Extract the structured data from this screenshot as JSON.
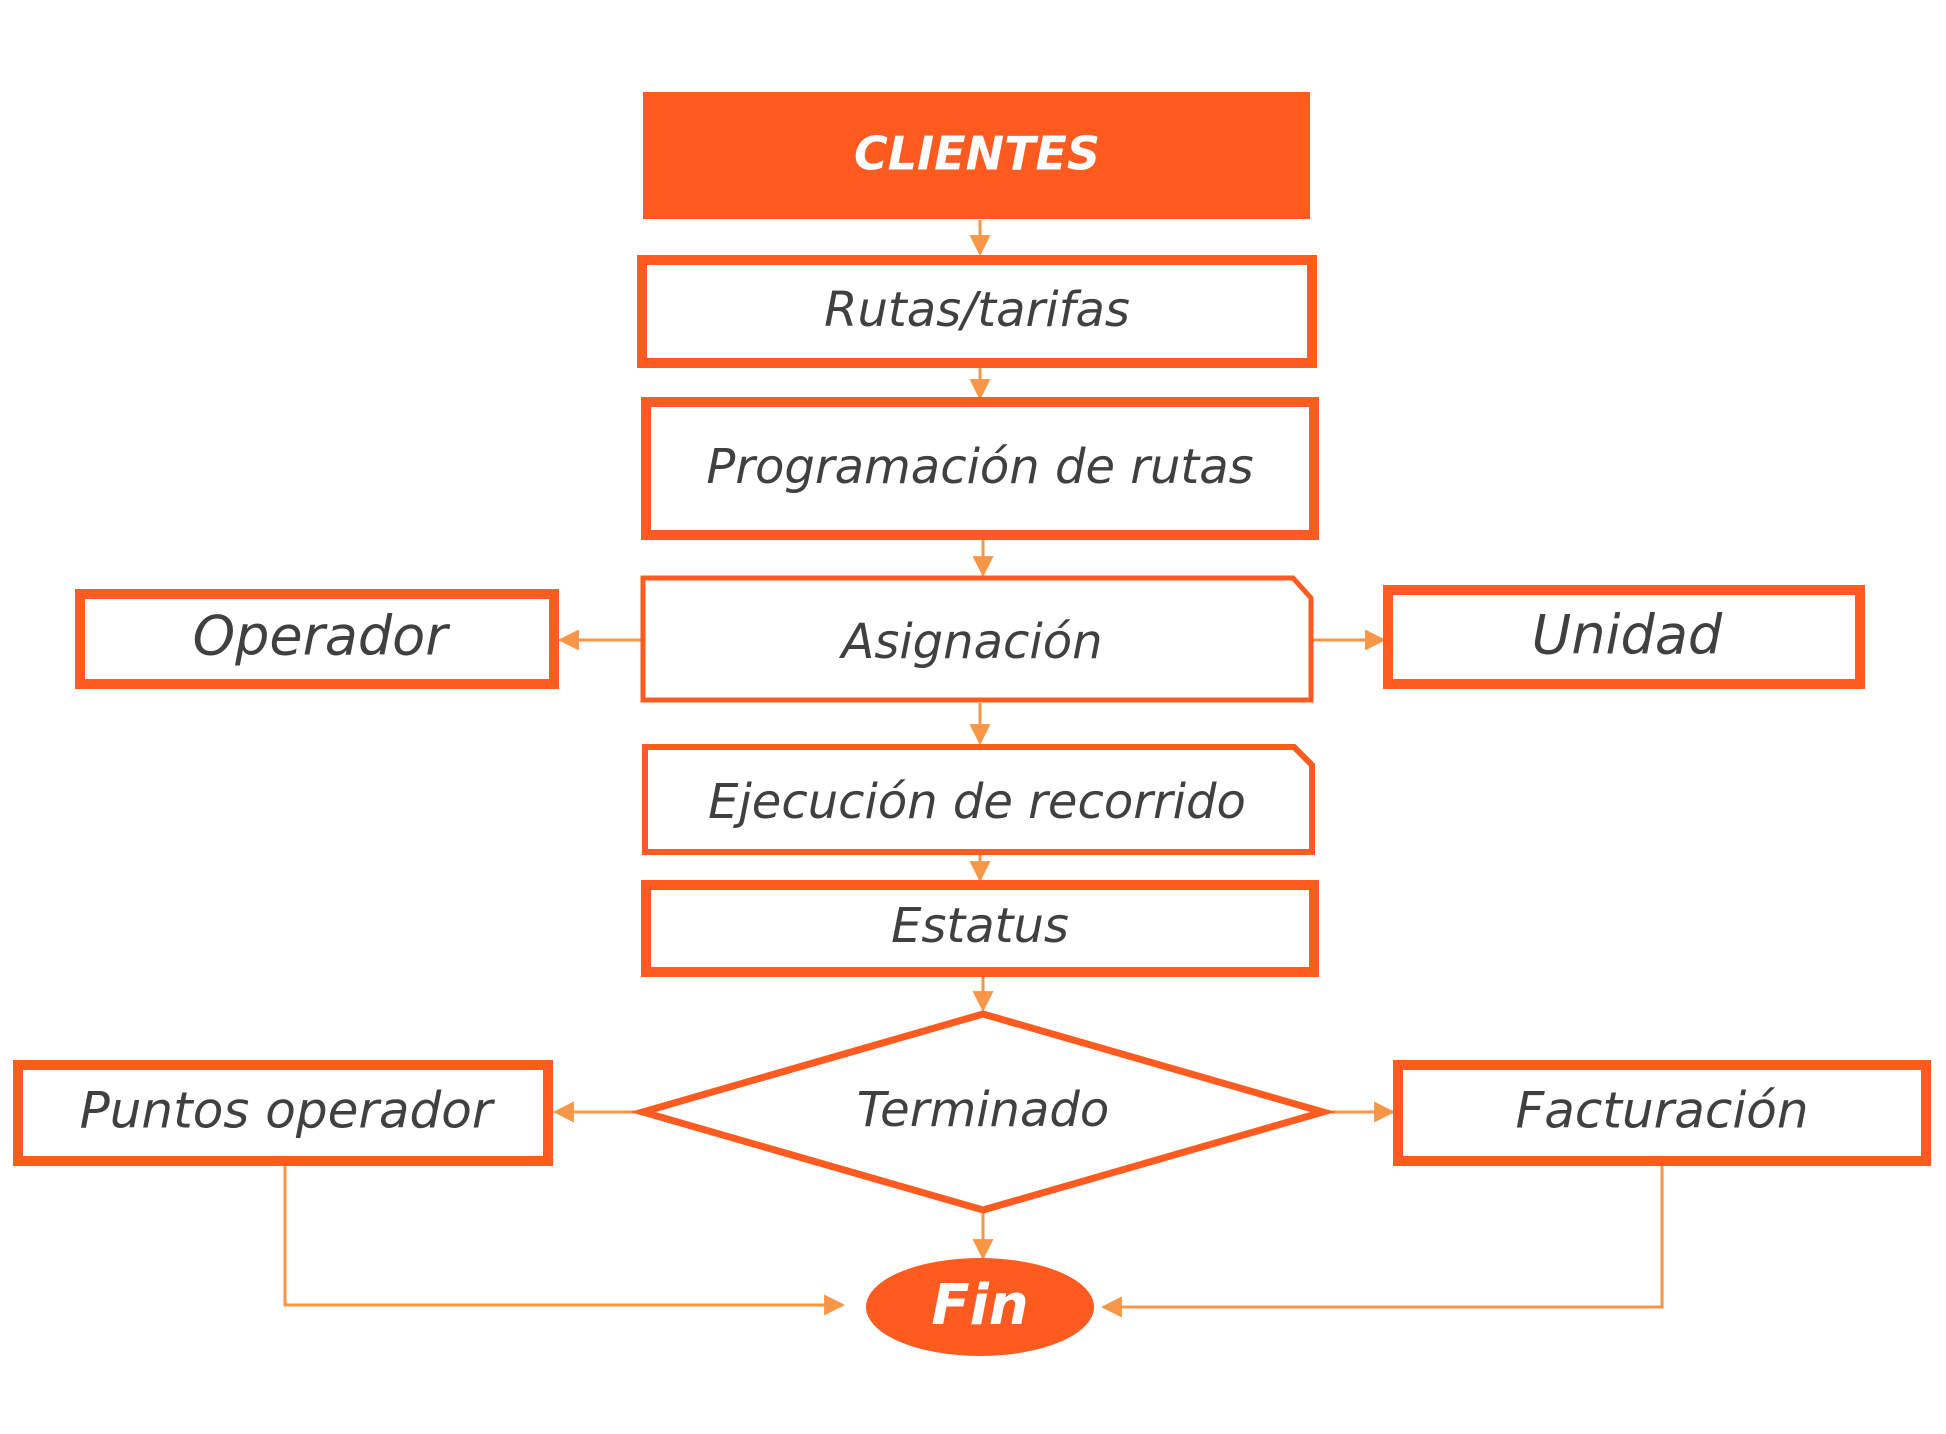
{
  "colors": {
    "accent": "#FF5A1F",
    "connector": "#F79646",
    "text": "#404040",
    "inverse_text": "#FFFFFF"
  },
  "nodes": {
    "clientes": "CLIENTES",
    "rutas_tarifas": "Rutas/tarifas",
    "programacion": "Programación de rutas",
    "asignacion": "Asignación",
    "operador": "Operador",
    "unidad": "Unidad",
    "ejecucion": "Ejecución de recorrido",
    "estatus": "Estatus",
    "terminado": "Terminado",
    "puntos_operador": "Puntos operador",
    "facturacion": "Facturación",
    "fin": "Fin"
  },
  "edges": [
    {
      "from": "CLIENTES",
      "to": "Rutas/tarifas"
    },
    {
      "from": "Rutas/tarifas",
      "to": "Programación de rutas"
    },
    {
      "from": "Programación de rutas",
      "to": "Asignación"
    },
    {
      "from": "Asignación",
      "to": "Operador"
    },
    {
      "from": "Asignación",
      "to": "Unidad"
    },
    {
      "from": "Asignación",
      "to": "Ejecución de recorrido"
    },
    {
      "from": "Ejecución de recorrido",
      "to": "Estatus"
    },
    {
      "from": "Estatus",
      "to": "Terminado"
    },
    {
      "from": "Terminado",
      "to": "Puntos operador"
    },
    {
      "from": "Terminado",
      "to": "Facturación"
    },
    {
      "from": "Terminado",
      "to": "Fin"
    },
    {
      "from": "Puntos operador",
      "to": "Fin"
    },
    {
      "from": "Facturación",
      "to": "Fin"
    }
  ]
}
